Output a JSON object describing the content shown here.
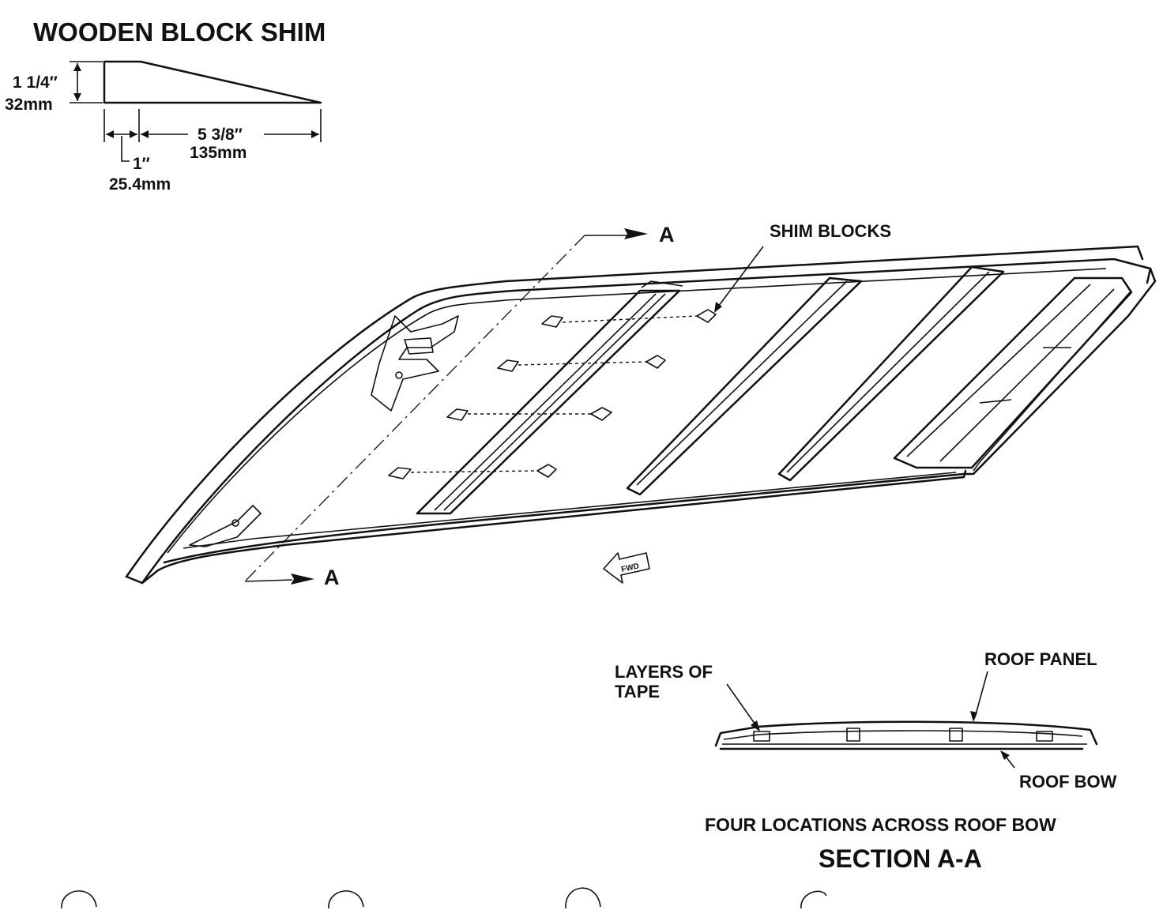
{
  "shim": {
    "title": "WOODEN BLOCK SHIM",
    "height_in": "1 1/4″",
    "height_mm": "32mm",
    "length_in": "5 3/8″",
    "length_mm": "135mm",
    "tip_in": "1″",
    "tip_mm": "25.4mm"
  },
  "main": {
    "section_marker_top": "A",
    "section_marker_bottom": "A",
    "shim_blocks_label": "SHIM BLOCKS",
    "fwd_label": "FWD"
  },
  "section": {
    "layers_of_tape": "LAYERS OF",
    "layers_of_tape_2": "TAPE",
    "roof_panel": "ROOF PANEL",
    "roof_bow": "ROOF BOW",
    "caption": "FOUR LOCATIONS ACROSS ROOF BOW",
    "title": "SECTION A-A"
  }
}
